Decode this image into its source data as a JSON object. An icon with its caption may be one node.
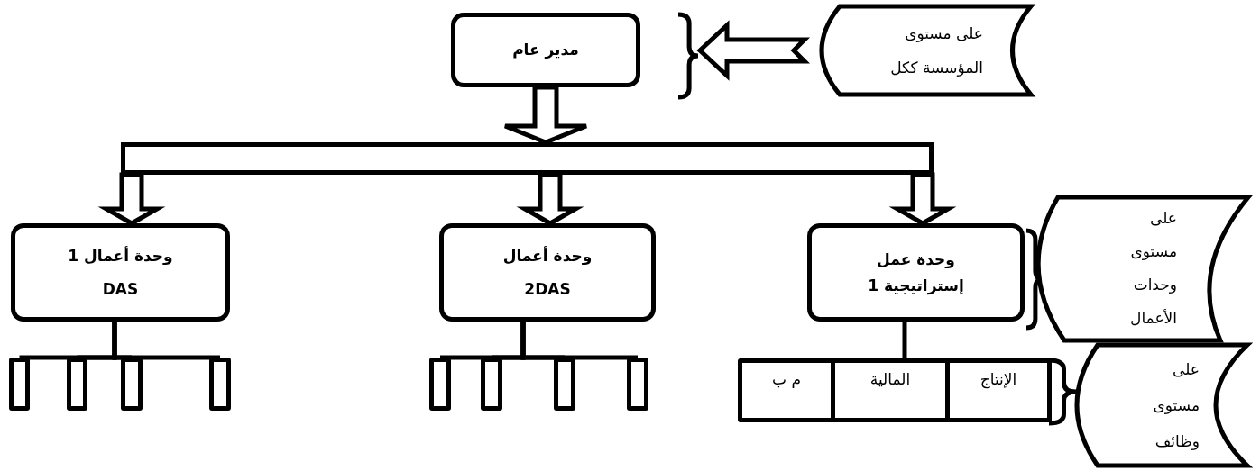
{
  "diagram": {
    "nodes": [
      {
        "text": [
          "على مستوى المؤسسة ككل"
        ]
      },
      {
        "text": [
          "مدير عام"
        ]
      },
      {
        "text": [],
        "shape": "bar"
      },
      {
        "text": [
          "وحدة عمل إستراتيجية 1"
        ]
      },
      {
        "text": [
          "وحدة أعمال",
          "2DAS"
        ]
      },
      {
        "text": [
          "وحدة أعمال 1",
          "DAS"
        ]
      },
      {
        "text": [
          "على مستوى وحدات الأعمال"
        ]
      },
      {
        "text": [],
        "shape": "box"
      },
      {
        "text": [
          "الإنتاج"
        ],
        "in": 7
      },
      {
        "text": [
          "المالية"
        ],
        "in": 7
      },
      {
        "text": [
          "م ب"
        ],
        "in": 7
      },
      {
        "text": [
          "على مستوى وظائف"
        ]
      },
      {
        "text": [],
        "shape": "box"
      },
      {
        "text": [],
        "shape": "box"
      },
      {
        "text": [],
        "shape": "box"
      },
      {
        "text": [],
        "shape": "box"
      },
      {
        "text": [],
        "shape": "box"
      },
      {
        "text": [],
        "shape": "box"
      },
      {
        "text": [],
        "shape": "box"
      },
      {
        "text": [],
        "shape": "box"
      }
    ],
    "edges": [
      {
        "from": 0,
        "to": null,
        "arrow": "to"
      },
      {
        "from": 1,
        "to": 2,
        "arrow": "to"
      },
      {
        "from": 2,
        "to": 3,
        "arrow": "to"
      },
      {
        "from": 2,
        "to": 4,
        "arrow": "to"
      },
      {
        "from": 2,
        "to": 5,
        "arrow": "to"
      },
      {
        "from": 3,
        "to": 7,
        "arrow": "none"
      },
      {
        "from": 5,
        "to": 12,
        "arrow": "none"
      },
      {
        "from": 5,
        "to": 13,
        "arrow": "none"
      },
      {
        "from": 5,
        "to": 14,
        "arrow": "none"
      },
      {
        "from": 5,
        "to": 15,
        "arrow": "none"
      },
      {
        "from": 4,
        "to": 16,
        "arrow": "none"
      },
      {
        "from": 4,
        "to": 17,
        "arrow": "none"
      },
      {
        "from": 4,
        "to": 18,
        "arrow": "none"
      },
      {
        "from": 4,
        "to": 19,
        "arrow": "none"
      }
    ]
  }
}
